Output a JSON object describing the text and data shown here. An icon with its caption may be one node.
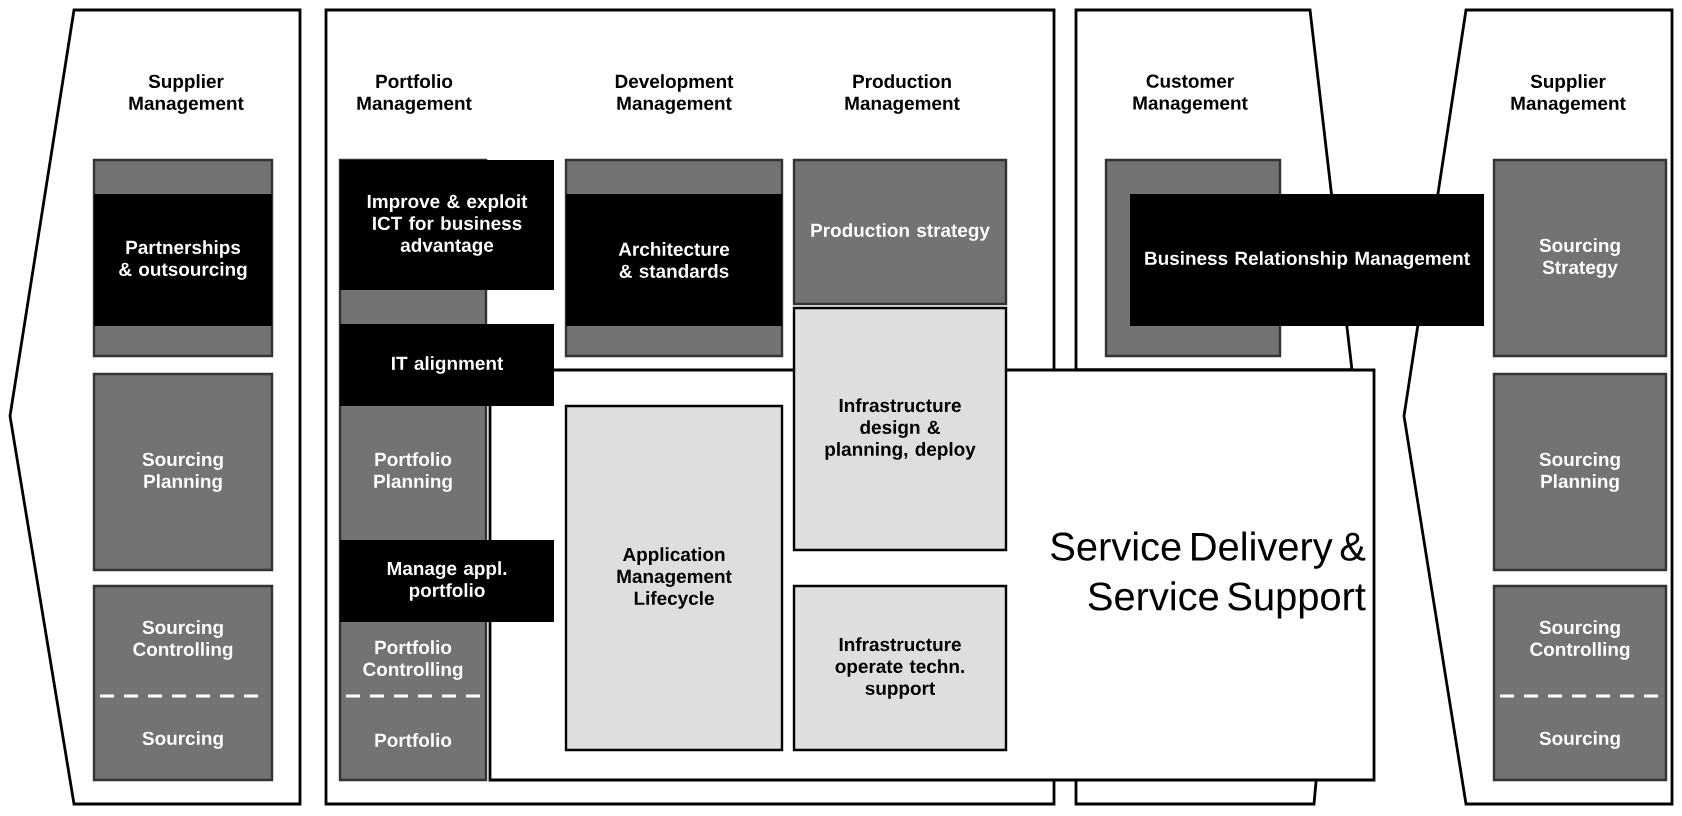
{
  "diagram": {
    "nodes": [
      {
        "text": [
          "Supplier Management"
        ]
      },
      {
        "text": [],
        "shape": "box",
        "in": 0
      },
      {
        "text": [
          "Partnerships & outsourcing"
        ],
        "in": 1
      },
      {
        "text": [
          "Sourcing Planning"
        ],
        "in": 0
      },
      {
        "text": [
          "Sourcing Controlling",
          "Sourcing"
        ],
        "in": 0
      },
      {
        "text": [
          "Portfolio Management",
          "Development Management",
          "Production Management"
        ]
      },
      {
        "text": [
          "Portfolio Planning",
          "Portfolio Controlling",
          "Portfolio"
        ],
        "in": 5
      },
      {
        "text": [
          "Improve & exploit ICT for business advantage"
        ],
        "in": 5
      },
      {
        "text": [
          "IT alignment"
        ],
        "in": 5
      },
      {
        "text": [
          "Manage appl. portfolio"
        ],
        "in": 5
      },
      {
        "text": [],
        "shape": "box",
        "in": 5
      },
      {
        "text": [
          "Architecture & standards"
        ],
        "in": 10
      },
      {
        "text": [
          "Production strategy"
        ],
        "in": 5
      },
      {
        "text": [
          "Infrastructure design & planning, deploy"
        ],
        "in": 5
      },
      {
        "text": [
          "Customer Management"
        ]
      },
      {
        "text": [],
        "shape": "box",
        "in": 14
      },
      {
        "text": [
          "Supplier Management"
        ]
      },
      {
        "text": [
          "Sourcing Strategy"
        ],
        "in": 16
      },
      {
        "text": [
          "Sourcing Planning"
        ],
        "in": 16
      },
      {
        "text": [
          "Sourcing Controlling",
          "Sourcing"
        ],
        "in": 16
      },
      {
        "text": [
          "Service Delivery & Service Support"
        ]
      },
      {
        "text": [
          "Application Management Lifecycle"
        ]
      },
      {
        "text": [
          "Infrastructure operate techn. support"
        ]
      },
      {
        "text": [
          "Business Relationship Management"
        ]
      }
    ]
  }
}
